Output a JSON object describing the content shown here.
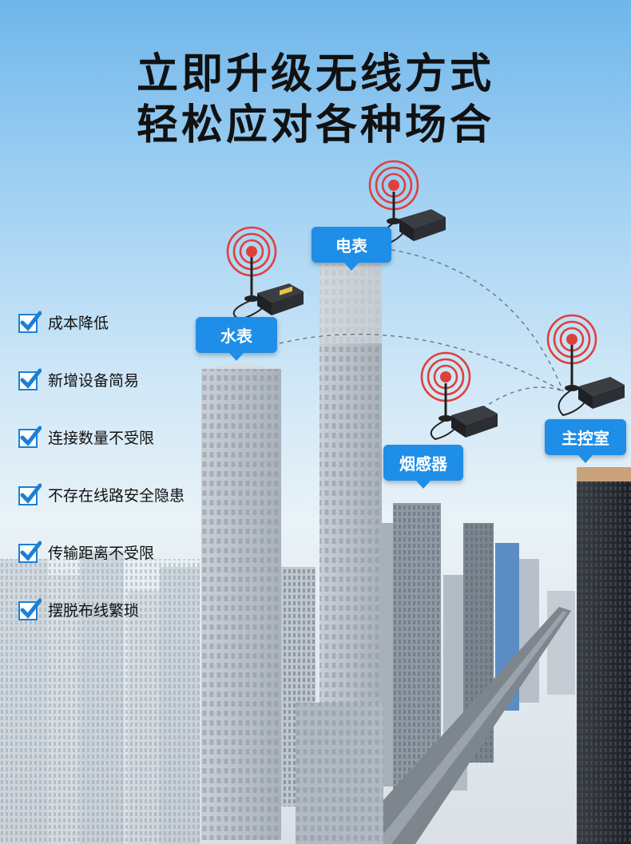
{
  "headline": {
    "line1": "立即升级无线方式",
    "line2": "轻松应对各种场合"
  },
  "features": [
    {
      "label": "成本降低"
    },
    {
      "label": "新增设备简易"
    },
    {
      "label": "连接数量不受限"
    },
    {
      "label": "不存在线路安全隐患"
    },
    {
      "label": "传输距离不受限"
    },
    {
      "label": "摆脱布线繁琐"
    }
  ],
  "nodes": {
    "water_meter": "水表",
    "electric_meter": "电表",
    "smoke_sensor": "烟感器",
    "main_control": "主控室"
  },
  "colors": {
    "accent": "#1e8ee8",
    "signal": "#e0403a",
    "check": "#1c7fd6"
  }
}
